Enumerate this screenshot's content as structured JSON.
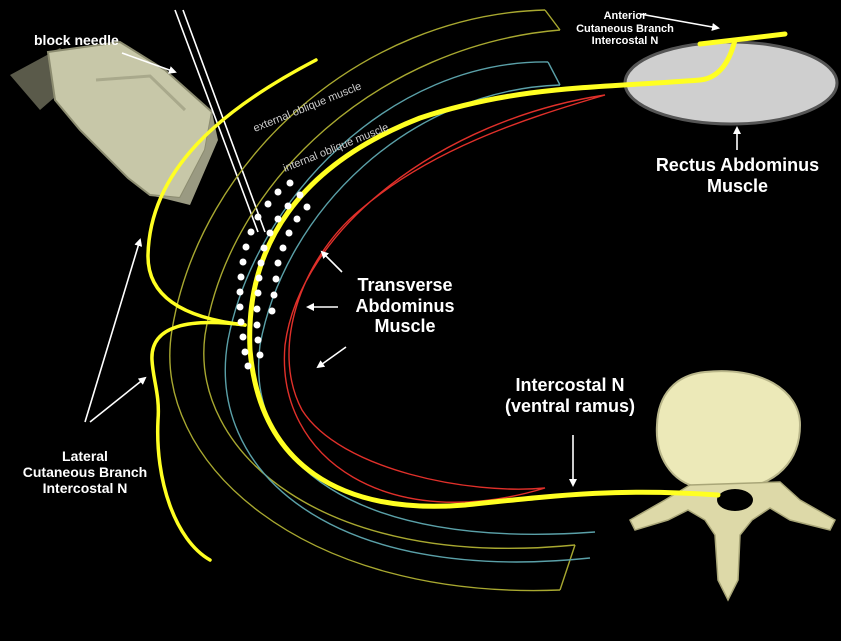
{
  "labels": {
    "block_needle": "block needle",
    "external_oblique": "external oblique muscle",
    "internal_oblique": "internal oblique muscle",
    "anterior_branch": [
      "Anterior",
      "Cutaneous Branch",
      "Intercostal N"
    ],
    "rectus": [
      "Rectus Abdominus",
      "Muscle"
    ],
    "transverse": [
      "Transverse",
      "Abdominus",
      "Muscle"
    ],
    "intercostal": [
      "Intercostal N",
      "(ventral ramus)"
    ],
    "lateral_branch": [
      "Lateral",
      "Cutaneous Branch",
      "Intercostal N"
    ]
  },
  "colors": {
    "background": "#000000",
    "nerve": "#ffff22",
    "external_oblique_line": "#a8a830",
    "internal_oblique_line": "#5aa0a8",
    "transversus_line": "#e0302a",
    "label_text": "#ffffff",
    "muscle_label_text": "#cccccc",
    "rectus_fill": "#cfcfcf",
    "bone": "#ece9b8"
  }
}
